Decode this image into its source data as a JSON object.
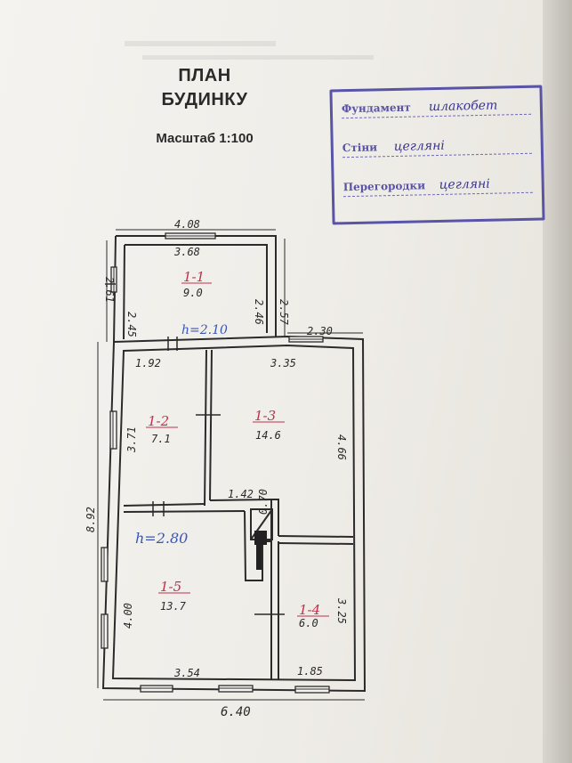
{
  "document": {
    "title_line1": "ПЛАН",
    "title_line2": "БУДИНКУ",
    "scale": "Масштаб 1:100"
  },
  "stamp": {
    "color": "#5a54a8",
    "foundation_label": "Фундамент",
    "foundation_value": "шлакобет",
    "walls_label": "Стіни",
    "walls_value": "цегляні",
    "partitions_label": "Перегородки",
    "partitions_value": "цегляні"
  },
  "plan": {
    "rooms": [
      {
        "id": "1-1",
        "label": "1-1",
        "area": "9.0"
      },
      {
        "id": "1-2",
        "label": "1-2",
        "area": "7.1"
      },
      {
        "id": "1-3",
        "label": "1-3",
        "area": "14.6"
      },
      {
        "id": "1-4",
        "label": "1-4",
        "area": "6.0"
      },
      {
        "id": "1-5",
        "label": "1-5",
        "area": "13.7"
      }
    ],
    "heights": {
      "upper": "h=2.10",
      "main": "h=2.80"
    },
    "dimensions": {
      "top_outer": "4.08",
      "top_inner": "3.68",
      "left_annex_outer": "2.61",
      "left_annex_inner": "2.45",
      "right_annex_inner": "2.46",
      "right_annex_outer": "2.57",
      "step_right": "2.30",
      "room2_width": "1.92",
      "room3_width": "3.35",
      "room2_depth": "3.71",
      "room3_depth": "4.66",
      "left_total": "8.92",
      "corridor_width": "1.42",
      "corridor_depth": "0.70",
      "room5_depth": "4.00",
      "room4_depth": "3.25",
      "room5_width": "3.54",
      "room4_width": "1.85",
      "bottom_total": "6.40"
    },
    "colors": {
      "ink": "#2b2b2b",
      "room_label": "#c0304a",
      "height_label": "#3a55b8"
    }
  }
}
